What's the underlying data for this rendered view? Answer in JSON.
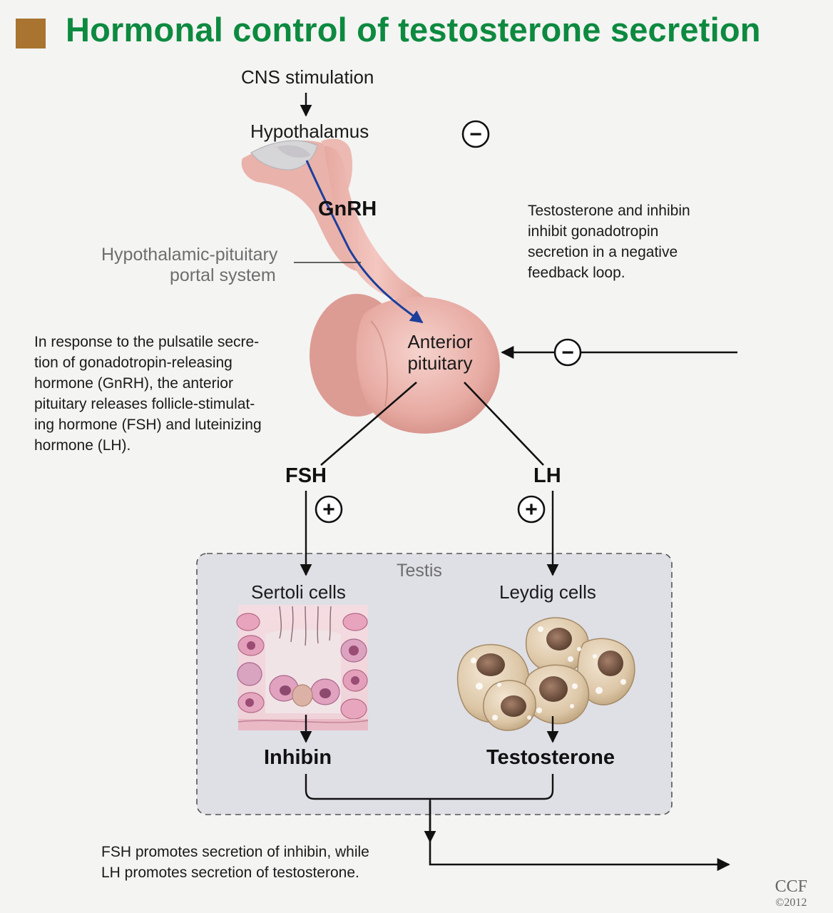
{
  "title": "Hormonal control of testosterone secretion",
  "colors": {
    "title_green": "#0d8a3f",
    "title_square": "#a8742f",
    "gland_pink": "#eab5ae",
    "portal_arrow_blue": "#1c3f9c",
    "testis_box_gray": "#dfdfe6"
  },
  "labels": {
    "cns": "CNS stimulation",
    "hypothalamus": "Hypothalamus",
    "gnrh": "GnRH",
    "portal_line1": "Hypothalamic-pituitary",
    "portal_line2": "portal system",
    "anterior_line1": "Anterior",
    "anterior_line2": "pituitary",
    "fsh": "FSH",
    "lh": "LH",
    "testis": "Testis",
    "sertoli": "Sertoli cells",
    "leydig": "Leydig cells",
    "inhibin": "Inhibin",
    "testosterone": "Testosterone"
  },
  "signs": {
    "minus": "−",
    "plus": "+"
  },
  "notes": {
    "feedback": [
      "Testosterone and inhibin",
      "inhibit gonadotropin",
      "secretion in a negative",
      "feedback loop."
    ],
    "pulsatile": [
      "In response to the pulsatile secre-",
      "tion of gonadotropin-releasing",
      "hormone (GnRH), the anterior",
      "pituitary releases follicle-stimulat-",
      "ing hormone (FSH) and luteinizing",
      "hormone (LH)."
    ],
    "promotes": [
      "FSH promotes secretion of inhibin, while",
      "LH promotes secretion of testosterone."
    ]
  },
  "credit": {
    "org": "CCF",
    "year": "©2012"
  }
}
